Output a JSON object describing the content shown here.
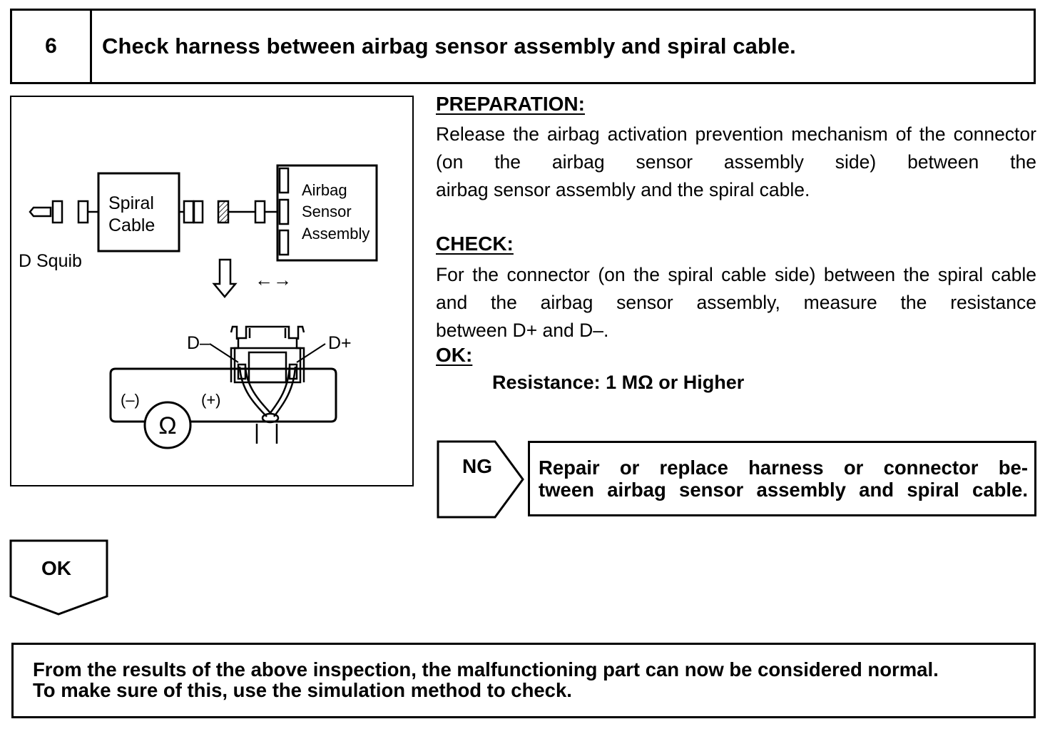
{
  "step": {
    "number": "6",
    "title": "Check harness between airbag sensor assembly and spiral cable."
  },
  "diagram": {
    "spiral_cable_line1": "Spiral",
    "spiral_cable_line2": "Cable",
    "sensor_line1": "Airbag",
    "sensor_line2": "Sensor",
    "sensor_line3": "Assembly",
    "d_squib": "D Squib",
    "disconnect_arrows": "←→",
    "d_minus": "D–",
    "d_plus": "D+",
    "meter_minus": "(–)",
    "meter_plus": "(+)",
    "ohm_symbol": "Ω"
  },
  "preparation": {
    "heading": "PREPARATION:",
    "line1": "Release the airbag activation prevention mechanism of the",
    "line2": "connector (on the airbag sensor assembly side) between the",
    "line3": "airbag sensor assembly and the spiral cable."
  },
  "check": {
    "heading": "CHECK:",
    "line1": "For the connector (on the spiral cable side) between the spiral",
    "line2": "cable and the airbag sensor assembly, measure the resistance",
    "line3": "between D+ and D–."
  },
  "ok_spec": {
    "heading": "OK:",
    "value": "Resistance: 1 MΩ or Higher"
  },
  "ng_result": {
    "label": "NG",
    "line1": "Repair or replace harness or connector be-",
    "line2": "tween airbag sensor assembly and spiral cable."
  },
  "ok_result": {
    "label": "OK"
  },
  "footer": {
    "line1": "From the results of the above inspection, the malfunctioning part can now be considered normal.",
    "line2": "To make sure of this, use the simulation method to check."
  }
}
